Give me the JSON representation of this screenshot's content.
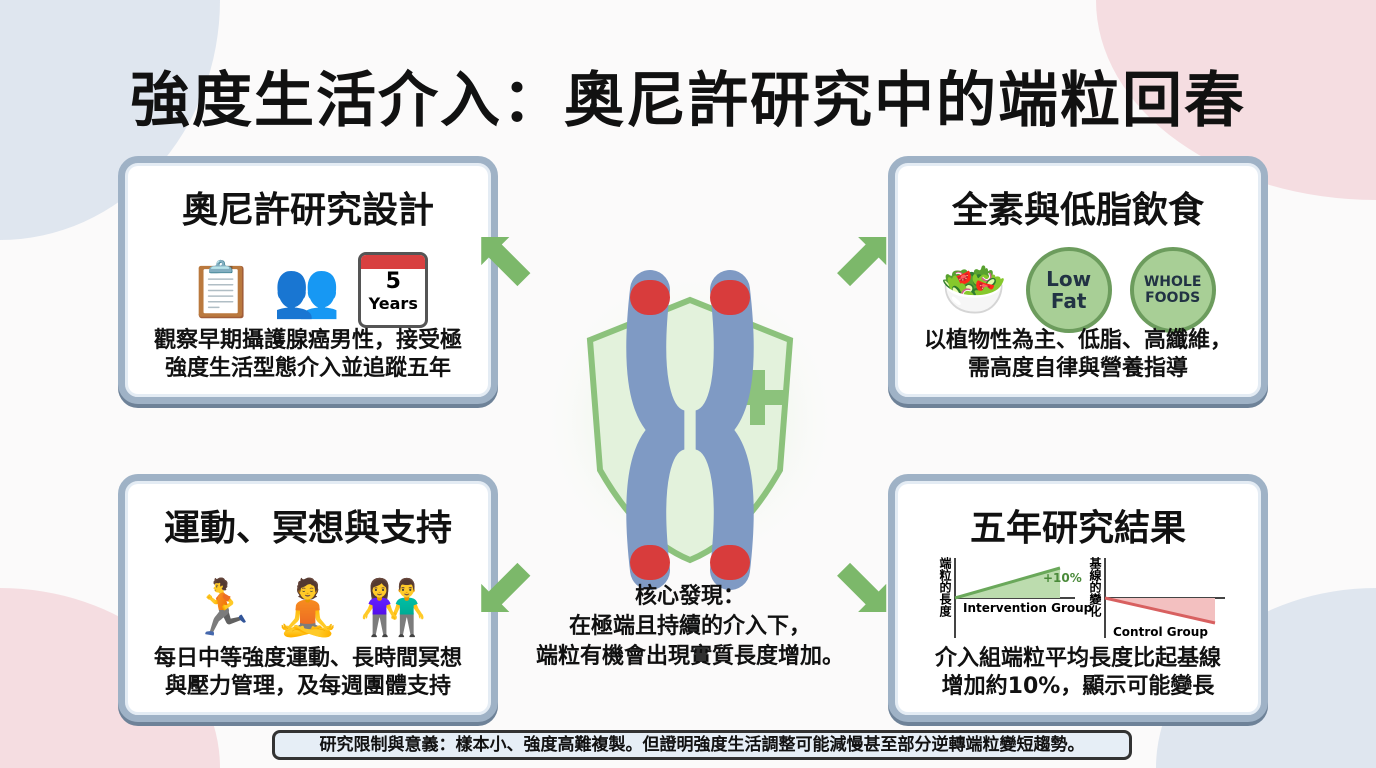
{
  "title": "強度生活介入：奧尼許研究中的端粒回春",
  "cards": [
    {
      "title": "奧尼許研究設計",
      "calendar_number": "5",
      "calendar_label": "Years",
      "desc": [
        "觀察早期攝護腺癌男性，接受極",
        "強度生活型態介入並追蹤五年"
      ]
    },
    {
      "title": "全素與低脂飲食",
      "badge1": [
        "Low",
        "Fat"
      ],
      "badge2": [
        "WHOLE",
        "FOODS"
      ],
      "desc": [
        "以植物性為主、低脂、高纖維，",
        "需高度自律與營養指導"
      ]
    },
    {
      "title": "運動、冥想與支持",
      "desc": [
        "每日中等強度運動、長時間冥想",
        "與壓力管理，及每週團體支持"
      ]
    },
    {
      "title": "五年研究結果",
      "chart": {
        "y1": "端粒的長度",
        "y2": "基線的變化",
        "intervention": "Intervention Group",
        "control": "Control Group",
        "delta": "+10%"
      },
      "desc": [
        "介入組端粒平均長度比起基線",
        "增加約10%，顯示可能變長"
      ]
    }
  ],
  "core": [
    "核心發現：",
    "在極端且持續的介入下，",
    "端粒有機會出現實質長度增加。"
  ],
  "footer": "研究限制與意義：樣本小、強度高難複製。但證明強度生活調整可能減慢甚至部分逆轉端粒變短趨勢。"
}
